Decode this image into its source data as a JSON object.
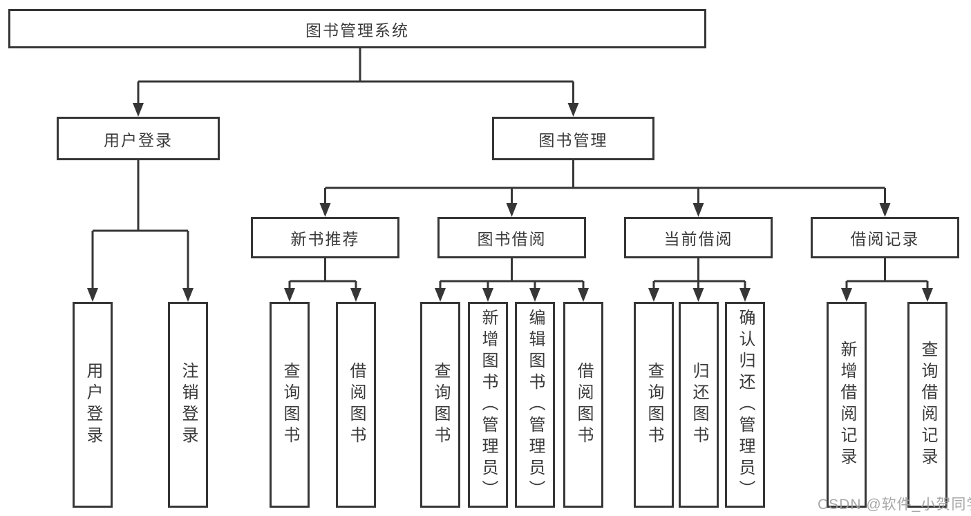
{
  "tree": {
    "label": "图书管理系统",
    "children": [
      {
        "label": "用户登录",
        "children": [
          {
            "label": "用户登录"
          },
          {
            "label": "注销登录"
          }
        ]
      },
      {
        "label": "图书管理",
        "children": [
          {
            "label": "新书推荐",
            "children": [
              {
                "label": "查询图书"
              },
              {
                "label": "借阅图书"
              }
            ]
          },
          {
            "label": "图书借阅",
            "children": [
              {
                "label": "查询图书"
              },
              {
                "label": "新增图书（管理员）"
              },
              {
                "label": "编辑图书（管理员）"
              },
              {
                "label": "借阅图书"
              }
            ]
          },
          {
            "label": "当前借阅",
            "children": [
              {
                "label": "查询图书"
              },
              {
                "label": "归还图书"
              },
              {
                "label": "确认归还（管理员）"
              }
            ]
          },
          {
            "label": "借阅记录",
            "children": [
              {
                "label": "新增借阅记录"
              },
              {
                "label": "查询借阅记录"
              }
            ]
          }
        ]
      }
    ]
  },
  "watermark": {
    "text": "CSDN @软件_小贺同学"
  },
  "colors": {
    "line": "#363636",
    "text": "#3a3a3a",
    "watermark": "#a0a0a0",
    "background": "#ffffff"
  }
}
